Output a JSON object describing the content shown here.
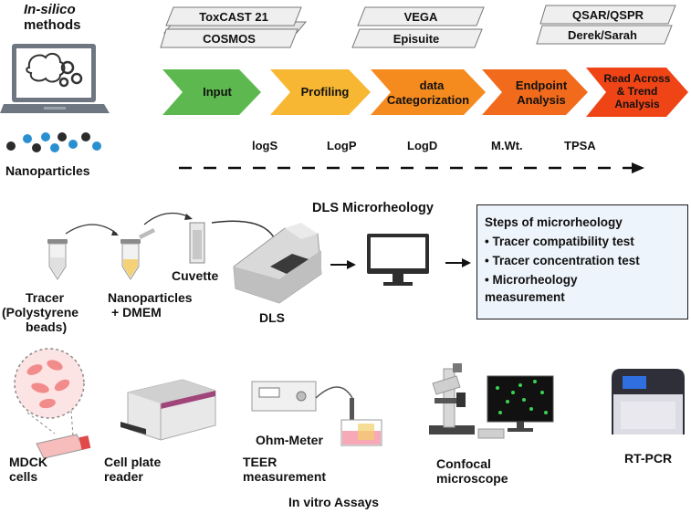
{
  "top": {
    "insilico_line1": "In-silico",
    "insilico_line2": "methods",
    "nanoparticles_label": "Nanoparticles",
    "databases": [
      {
        "top": "ToxCAST 21",
        "bottom": "COSMOS"
      },
      {
        "top": "VEGA",
        "bottom": "Episuite"
      },
      {
        "top": "QSAR/QSPR",
        "bottom": "Derek/Sarah"
      }
    ],
    "steps": [
      {
        "line1": "Input",
        "line2": "",
        "color": "#5db94f"
      },
      {
        "line1": "Profiling",
        "line2": "",
        "color": "#f7b733"
      },
      {
        "line1": "data",
        "line2": "Categorization",
        "color": "#f58a1f"
      },
      {
        "line1": "Endpoint",
        "line2": "Analysis",
        "color": "#f26a1b"
      },
      {
        "line1": "Read Across",
        "line2": "& Trend",
        "line3": "Analysis",
        "color": "#ee4416"
      }
    ],
    "properties": [
      "logS",
      "LogP",
      "LogD",
      "M.Wt.",
      "TPSA"
    ]
  },
  "middle": {
    "title": "DLS Microrheology",
    "tracer_label": [
      "Tracer",
      "(Polystyrene",
      "beads)"
    ],
    "np_label": [
      "Nanoparticles",
      "+ DMEM"
    ],
    "cuvette_label": "Cuvette",
    "dls_label": "DLS",
    "steps_box": {
      "title": "Steps of microrheology",
      "items": [
        "• Tracer compatibility test",
        "• Tracer concentration test",
        "• Microrheology",
        "measurement"
      ]
    }
  },
  "bottom": {
    "mdck_label": [
      "MDCK",
      "cells"
    ],
    "reader_label": [
      "Cell plate",
      "reader"
    ],
    "ohm_label": "Ohm-Meter",
    "teer_label": [
      "TEER",
      "measurement"
    ],
    "confocal_label": [
      "Confocal",
      "microscope"
    ],
    "rtpcr_label": "RT-PCR",
    "caption": "In vitro Assays"
  }
}
